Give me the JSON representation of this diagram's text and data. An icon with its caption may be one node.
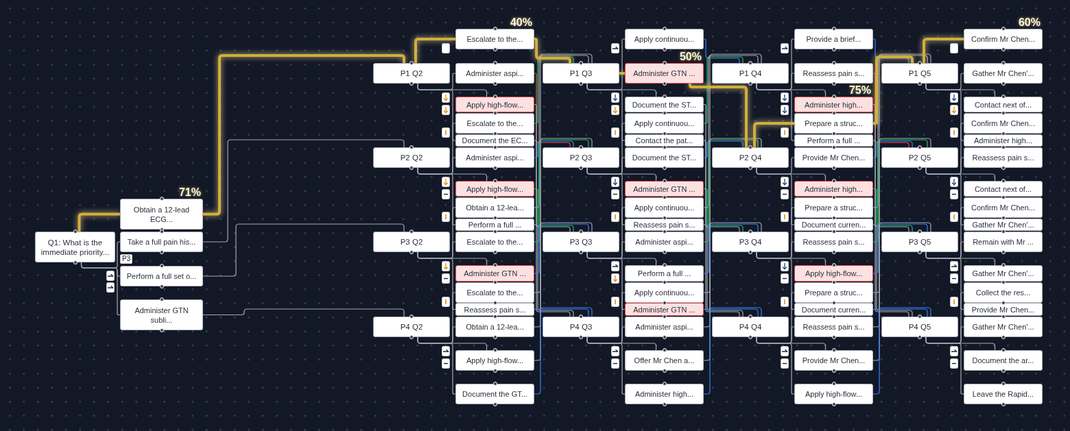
{
  "diagram": {
    "nodes": [
      {
        "text": [
          "Q1: What is the immediate priority..."
        ]
      },
      {
        "text": [
          "Obtain a 12-lead ECG..."
        ],
        "beside": [
          "71%"
        ]
      },
      {
        "text": [
          "Take a full pain his..."
        ]
      },
      {
        "text": [
          "Perform a full set o..."
        ]
      },
      {
        "text": [
          "Administer GTN subli..."
        ]
      },
      {
        "text": [
          "P1 Q2"
        ]
      },
      {
        "text": [
          "Escalate to the..."
        ],
        "beside": [
          "40%"
        ]
      },
      {
        "text": [
          "Administer aspi..."
        ]
      },
      {
        "text": [
          "Apply high-flow..."
        ]
      },
      {
        "text": [
          "Document the EC..."
        ]
      },
      {
        "text": [
          "P2 Q2"
        ]
      },
      {
        "text": [
          "Escalate to the..."
        ]
      },
      {
        "text": [
          "Administer aspi..."
        ]
      },
      {
        "text": [
          "Apply high-flow..."
        ]
      },
      {
        "text": [
          "Perform a full ..."
        ]
      },
      {
        "text": [
          "P3 Q2"
        ]
      },
      {
        "text": [
          "Obtain a 12-lea..."
        ]
      },
      {
        "text": [
          "Escalate to the..."
        ]
      },
      {
        "text": [
          "Administer GTN ..."
        ]
      },
      {
        "text": [
          "Reassess pain s..."
        ]
      },
      {
        "text": [
          "P4 Q2"
        ]
      },
      {
        "text": [
          "Escalate to the..."
        ]
      },
      {
        "text": [
          "Obtain a 12-lea..."
        ]
      },
      {
        "text": [
          "Apply high-flow..."
        ]
      },
      {
        "text": [
          "Document the GT..."
        ]
      },
      {
        "text": [
          "P1 Q3"
        ]
      },
      {
        "text": [
          "Apply continuou..."
        ]
      },
      {
        "text": [
          "Administer GTN ..."
        ],
        "beside": [
          "50%"
        ]
      },
      {
        "text": [
          "Document the ST..."
        ]
      },
      {
        "text": [
          "Contact the pat..."
        ]
      },
      {
        "text": [
          "P2 Q3"
        ]
      },
      {
        "text": [
          "Apply continuou..."
        ]
      },
      {
        "text": [
          "Document the ST..."
        ]
      },
      {
        "text": [
          "Administer GTN ..."
        ]
      },
      {
        "text": [
          "Reassess pain s..."
        ]
      },
      {
        "text": [
          "P3 Q3"
        ]
      },
      {
        "text": [
          "Apply continuou..."
        ]
      },
      {
        "text": [
          "Administer aspi..."
        ]
      },
      {
        "text": [
          "Perform a full ..."
        ]
      },
      {
        "text": [
          "Administer GTN ..."
        ]
      },
      {
        "text": [
          "P4 Q3"
        ]
      },
      {
        "text": [
          "Apply continuou..."
        ]
      },
      {
        "text": [
          "Administer aspi..."
        ]
      },
      {
        "text": [
          "Offer Mr Chen a..."
        ]
      },
      {
        "text": [
          "Administer high..."
        ]
      },
      {
        "text": [
          "P1 Q4"
        ]
      },
      {
        "text": [
          "Provide a brief..."
        ]
      },
      {
        "text": [
          "Reassess pain s..."
        ]
      },
      {
        "text": [
          "Administer high..."
        ]
      },
      {
        "text": [
          "Perform a full ..."
        ]
      },
      {
        "text": [
          "P2 Q4"
        ]
      },
      {
        "text": [
          "Prepare a struc..."
        ]
      },
      {
        "text": [
          "Provide Mr Chen..."
        ]
      },
      {
        "text": [
          "Administer high..."
        ]
      },
      {
        "text": [
          "Document curren..."
        ]
      },
      {
        "text": [
          "P3 Q4"
        ]
      },
      {
        "text": [
          "Prepare a struc..."
        ]
      },
      {
        "text": [
          "Reassess pain s..."
        ]
      },
      {
        "text": [
          "Apply high-flow..."
        ]
      },
      {
        "text": [
          "Document curren..."
        ]
      },
      {
        "text": [
          "P4 Q4"
        ]
      },
      {
        "text": [
          "Prepare a struc..."
        ]
      },
      {
        "text": [
          "Reassess pain s..."
        ]
      },
      {
        "text": [
          "Provide Mr Chen..."
        ]
      },
      {
        "text": [
          "Apply high-flow..."
        ]
      },
      {
        "text": [
          "P1 Q5"
        ]
      },
      {
        "text": [
          "Confirm Mr Chen..."
        ],
        "beside": [
          "60%"
        ]
      },
      {
        "text": [
          "Gather Mr Chen'..."
        ]
      },
      {
        "text": [
          "Contact next of..."
        ]
      },
      {
        "text": [
          "Administer high..."
        ]
      },
      {
        "text": [
          "P2 Q5"
        ]
      },
      {
        "text": [
          "Confirm Mr Chen..."
        ]
      },
      {
        "text": [
          "Reassess pain s..."
        ]
      },
      {
        "text": [
          "Contact next of..."
        ]
      },
      {
        "text": [
          "Gather Mr Chen'..."
        ]
      },
      {
        "text": [
          "P3 Q5"
        ]
      },
      {
        "text": [
          "Confirm Mr Chen..."
        ]
      },
      {
        "text": [
          "Remain with Mr ..."
        ]
      },
      {
        "text": [
          "Gather Mr Chen'..."
        ]
      },
      {
        "text": [
          "Provide Mr Chen..."
        ]
      },
      {
        "text": [
          "P4 Q5"
        ]
      },
      {
        "text": [
          "Collect the res..."
        ]
      },
      {
        "text": [
          "Gather Mr Chen'..."
        ]
      },
      {
        "text": [
          "Document the ar..."
        ]
      },
      {
        "text": [
          "Leave the Rapid..."
        ]
      }
    ],
    "edges": [
      {
        "from": 0,
        "to": 1,
        "arrow": "none",
        "style": "thick",
        "color": "#d4ae3a"
      },
      {
        "from": 0,
        "to": 2,
        "arrow": "none"
      },
      {
        "from": 0,
        "to": 3,
        "arrow": "none"
      },
      {
        "from": 0,
        "to": 4,
        "arrow": "none"
      },
      {
        "from": 1,
        "to": 5,
        "arrow": "none",
        "style": "thick",
        "color": "#d4ae3a"
      },
      {
        "from": 2,
        "to": 10,
        "arrow": "none"
      },
      {
        "from": 3,
        "to": 15,
        "arrow": "none"
      },
      {
        "from": 4,
        "to": 20,
        "arrow": "none"
      },
      {
        "from": 5,
        "to": 6,
        "arrow": "none",
        "style": "thick",
        "color": "#d4ae3a"
      },
      {
        "from": 5,
        "to": 7,
        "arrow": "none"
      },
      {
        "from": 5,
        "to": 8,
        "arrow": "none"
      },
      {
        "from": 5,
        "to": 9,
        "arrow": "none"
      },
      {
        "from": 6,
        "to": 25,
        "arrow": "none",
        "style": "thick",
        "color": "#d4ae3a"
      },
      {
        "from": 7,
        "to": 30,
        "arrow": "none",
        "color": "#ef4444"
      },
      {
        "from": 8,
        "to": 35,
        "arrow": "none"
      },
      {
        "from": 9,
        "to": 40,
        "arrow": "none"
      },
      {
        "from": 10,
        "to": 11,
        "arrow": "none"
      },
      {
        "from": 10,
        "to": 12,
        "arrow": "none"
      },
      {
        "from": 10,
        "to": 13,
        "arrow": "none"
      },
      {
        "from": 10,
        "to": 14,
        "arrow": "none"
      },
      {
        "from": 11,
        "to": 25,
        "arrow": "none",
        "color": "#22c55e"
      },
      {
        "from": 12,
        "to": 30,
        "arrow": "none",
        "color": "#3b82f6"
      },
      {
        "from": 13,
        "to": 35,
        "arrow": "none",
        "color": "#22c55e"
      },
      {
        "from": 14,
        "to": 40,
        "arrow": "none"
      },
      {
        "from": 15,
        "to": 16,
        "arrow": "none"
      },
      {
        "from": 15,
        "to": 17,
        "arrow": "none"
      },
      {
        "from": 15,
        "to": 18,
        "arrow": "none"
      },
      {
        "from": 15,
        "to": 19,
        "arrow": "none"
      },
      {
        "from": 16,
        "to": 25,
        "arrow": "none"
      },
      {
        "from": 17,
        "to": 30,
        "arrow": "none",
        "color": "#22c55e"
      },
      {
        "from": 18,
        "to": 35,
        "arrow": "none",
        "color": "#3b82f6"
      },
      {
        "from": 19,
        "to": 40,
        "arrow": "none",
        "color": "#3b82f6"
      },
      {
        "from": 20,
        "to": 21,
        "arrow": "none"
      },
      {
        "from": 20,
        "to": 22,
        "arrow": "none"
      },
      {
        "from": 20,
        "to": 23,
        "arrow": "none"
      },
      {
        "from": 20,
        "to": 24,
        "arrow": "none"
      },
      {
        "from": 21,
        "to": 25,
        "arrow": "none"
      },
      {
        "from": 22,
        "to": 30,
        "arrow": "none"
      },
      {
        "from": 23,
        "to": 35,
        "arrow": "none"
      },
      {
        "from": 24,
        "to": 40,
        "arrow": "none",
        "color": "#3b82f6"
      },
      {
        "from": 25,
        "to": 26,
        "arrow": "none"
      },
      {
        "from": 25,
        "to": 27,
        "arrow": "none",
        "style": "thick",
        "color": "#d4ae3a"
      },
      {
        "from": 25,
        "to": 28,
        "arrow": "none"
      },
      {
        "from": 25,
        "to": 29,
        "arrow": "none"
      },
      {
        "from": 26,
        "to": 45,
        "arrow": "none",
        "color": "#3b82f6"
      },
      {
        "from": 27,
        "to": 50,
        "arrow": "none",
        "style": "thick",
        "color": "#d4ae3a"
      },
      {
        "from": 28,
        "to": 55,
        "arrow": "none"
      },
      {
        "from": 29,
        "to": 60,
        "arrow": "none"
      },
      {
        "from": 30,
        "to": 31,
        "arrow": "none"
      },
      {
        "from": 30,
        "to": 32,
        "arrow": "none"
      },
      {
        "from": 30,
        "to": 33,
        "arrow": "none"
      },
      {
        "from": 30,
        "to": 34,
        "arrow": "none"
      },
      {
        "from": 31,
        "to": 45,
        "arrow": "none",
        "color": "#22c55e"
      },
      {
        "from": 32,
        "to": 50,
        "arrow": "none",
        "color": "#3b82f6"
      },
      {
        "from": 33,
        "to": 55,
        "arrow": "none",
        "color": "#22c55e"
      },
      {
        "from": 34,
        "to": 60,
        "arrow": "none"
      },
      {
        "from": 35,
        "to": 36,
        "arrow": "none"
      },
      {
        "from": 35,
        "to": 37,
        "arrow": "none"
      },
      {
        "from": 35,
        "to": 38,
        "arrow": "none"
      },
      {
        "from": 35,
        "to": 39,
        "arrow": "none"
      },
      {
        "from": 36,
        "to": 45,
        "arrow": "none"
      },
      {
        "from": 37,
        "to": 50,
        "arrow": "none",
        "color": "#22c55e"
      },
      {
        "from": 38,
        "to": 55,
        "arrow": "none",
        "color": "#3b82f6"
      },
      {
        "from": 39,
        "to": 60,
        "arrow": "none",
        "color": "#3b82f6"
      },
      {
        "from": 40,
        "to": 41,
        "arrow": "none"
      },
      {
        "from": 40,
        "to": 42,
        "arrow": "none"
      },
      {
        "from": 40,
        "to": 43,
        "arrow": "none"
      },
      {
        "from": 40,
        "to": 44,
        "arrow": "none"
      },
      {
        "from": 41,
        "to": 45,
        "arrow": "none"
      },
      {
        "from": 42,
        "to": 50,
        "arrow": "none"
      },
      {
        "from": 43,
        "to": 55,
        "arrow": "none"
      },
      {
        "from": 44,
        "to": 60,
        "arrow": "none",
        "color": "#3b82f6"
      },
      {
        "from": 45,
        "to": 46,
        "arrow": "none"
      },
      {
        "from": 45,
        "to": 47,
        "arrow": "none"
      },
      {
        "from": 45,
        "to": 48,
        "arrow": "none"
      },
      {
        "from": 45,
        "to": 49,
        "arrow": "none"
      },
      {
        "from": 46,
        "to": 65,
        "arrow": "none",
        "color": "#3b82f6"
      },
      {
        "from": 47,
        "to": 70,
        "arrow": "none",
        "color": "#ef4444"
      },
      {
        "from": 48,
        "to": 75,
        "arrow": "none"
      },
      {
        "from": 49,
        "to": 80,
        "arrow": "none"
      },
      {
        "from": 50,
        "to": 51,
        "arrow": "none",
        "style": "thick",
        "color": "#d4ae3a"
      },
      {
        "from": 50,
        "to": 52,
        "arrow": "none"
      },
      {
        "from": 50,
        "to": 53,
        "arrow": "none"
      },
      {
        "from": 50,
        "to": 54,
        "arrow": "none"
      },
      {
        "from": 51,
        "to": 65,
        "arrow": "none",
        "style": "thick",
        "color": "#d4ae3a"
      },
      {
        "from": 52,
        "to": 70,
        "arrow": "none",
        "color": "#3b82f6"
      },
      {
        "from": 53,
        "to": 75,
        "arrow": "none",
        "color": "#22c55e"
      },
      {
        "from": 54,
        "to": 80,
        "arrow": "none"
      },
      {
        "from": 55,
        "to": 56,
        "arrow": "none"
      },
      {
        "from": 55,
        "to": 57,
        "arrow": "none"
      },
      {
        "from": 55,
        "to": 58,
        "arrow": "none"
      },
      {
        "from": 55,
        "to": 59,
        "arrow": "none"
      },
      {
        "from": 56,
        "to": 65,
        "arrow": "none"
      },
      {
        "from": 57,
        "to": 70,
        "arrow": "none",
        "color": "#22c55e"
      },
      {
        "from": 58,
        "to": 75,
        "arrow": "none",
        "color": "#3b82f6"
      },
      {
        "from": 59,
        "to": 80,
        "arrow": "none",
        "color": "#3b82f6"
      },
      {
        "from": 60,
        "to": 61,
        "arrow": "none"
      },
      {
        "from": 60,
        "to": 62,
        "arrow": "none"
      },
      {
        "from": 60,
        "to": 63,
        "arrow": "none"
      },
      {
        "from": 60,
        "to": 64,
        "arrow": "none"
      },
      {
        "from": 61,
        "to": 65,
        "arrow": "none"
      },
      {
        "from": 62,
        "to": 70,
        "arrow": "none"
      },
      {
        "from": 63,
        "to": 75,
        "arrow": "none"
      },
      {
        "from": 64,
        "to": 80,
        "arrow": "none",
        "color": "#3b82f6"
      },
      {
        "from": 65,
        "to": 66,
        "arrow": "none",
        "style": "thick",
        "color": "#d4ae3a"
      },
      {
        "from": 65,
        "to": 67,
        "arrow": "none"
      },
      {
        "from": 65,
        "to": 68,
        "arrow": "none"
      },
      {
        "from": 65,
        "to": 69,
        "arrow": "none"
      },
      {
        "from": 70,
        "to": 71,
        "arrow": "none"
      },
      {
        "from": 70,
        "to": 72,
        "arrow": "none"
      },
      {
        "from": 70,
        "to": 73,
        "arrow": "none"
      },
      {
        "from": 70,
        "to": 74,
        "arrow": "none"
      },
      {
        "from": 75,
        "to": 76,
        "arrow": "none"
      },
      {
        "from": 75,
        "to": 77,
        "arrow": "none"
      },
      {
        "from": 75,
        "to": 78,
        "arrow": "none"
      },
      {
        "from": 75,
        "to": 79,
        "arrow": "none"
      },
      {
        "from": 80,
        "to": 81,
        "arrow": "none"
      },
      {
        "from": 80,
        "to": 82,
        "arrow": "none"
      },
      {
        "from": 80,
        "to": 83,
        "arrow": "none"
      },
      {
        "from": 80,
        "to": 84,
        "arrow": "none"
      }
    ],
    "labels": [
      "75%",
      "P3"
    ]
  }
}
